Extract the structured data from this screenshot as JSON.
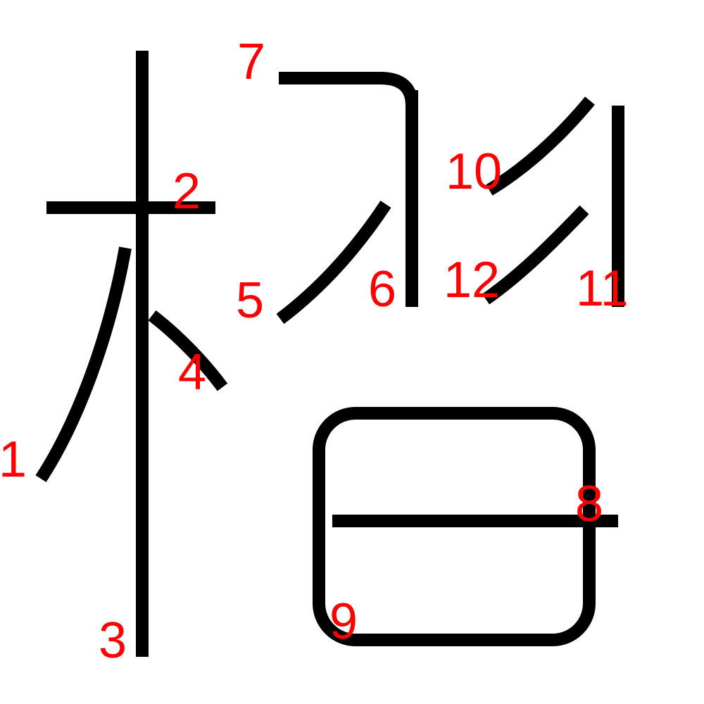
{
  "colors": {
    "background": "#ffffff",
    "stroke": "#000000",
    "label": "#ff0000"
  },
  "strokes": [
    {
      "id": "stroke-1",
      "label": "1"
    },
    {
      "id": "stroke-2",
      "label": "2"
    },
    {
      "id": "stroke-3",
      "label": "3"
    },
    {
      "id": "stroke-4",
      "label": "4"
    },
    {
      "id": "stroke-5",
      "label": "5"
    },
    {
      "id": "stroke-6",
      "label": "6"
    },
    {
      "id": "stroke-7",
      "label": "7"
    },
    {
      "id": "stroke-8",
      "label": "8"
    },
    {
      "id": "stroke-9",
      "label": "9"
    },
    {
      "id": "stroke-10",
      "label": "10"
    },
    {
      "id": "stroke-11",
      "label": "11"
    },
    {
      "id": "stroke-12",
      "label": "12"
    }
  ]
}
